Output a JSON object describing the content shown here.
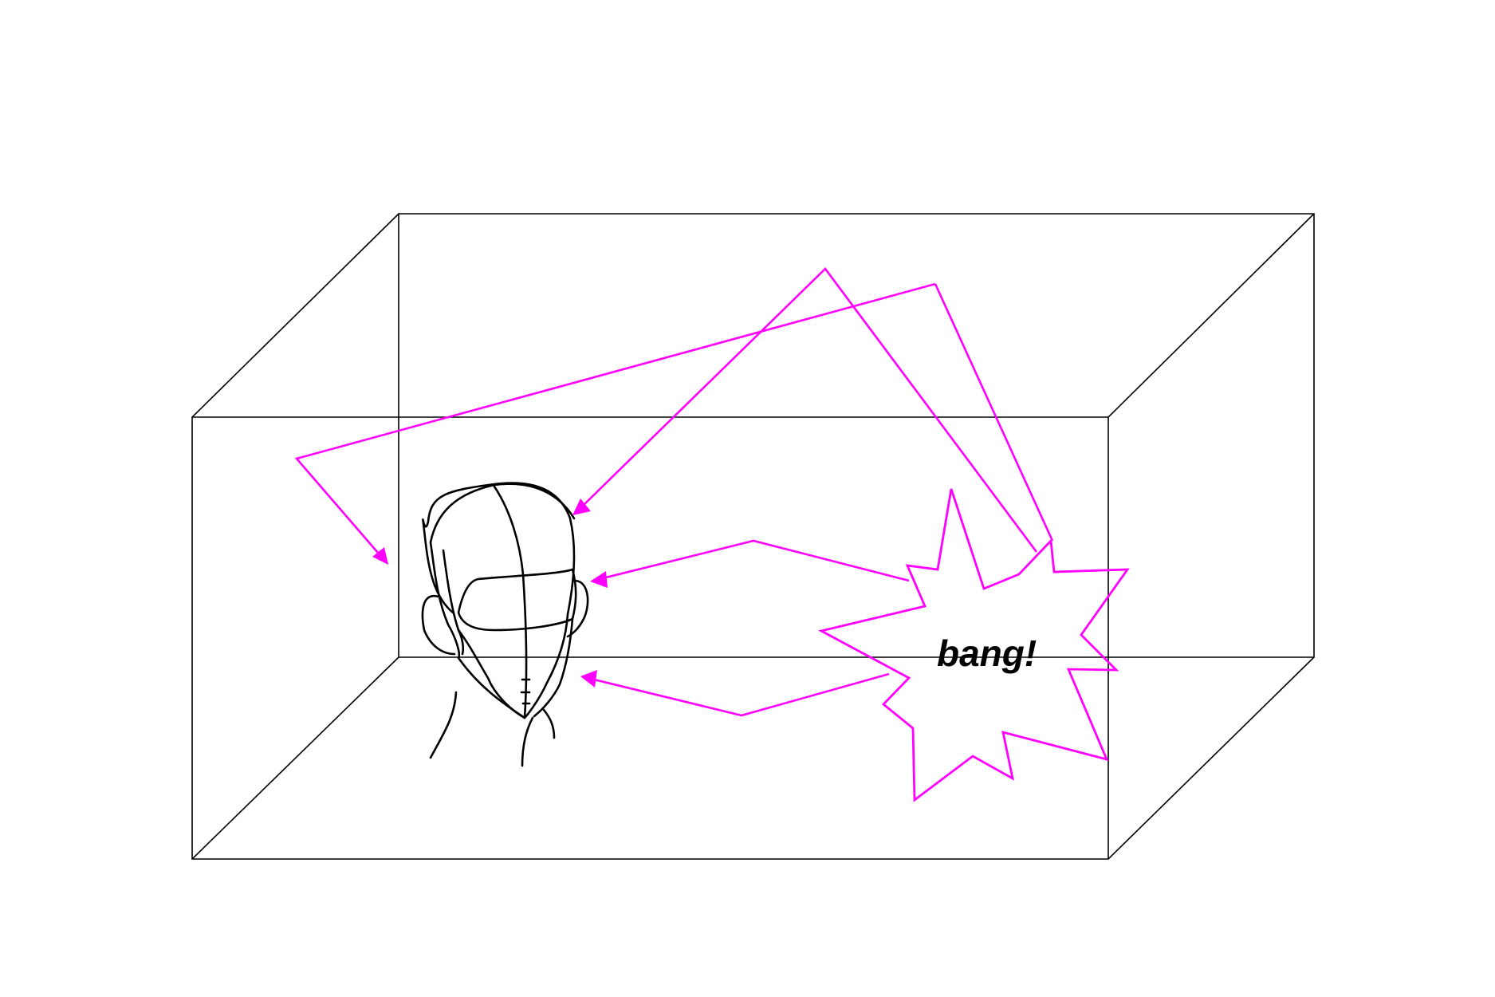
{
  "diagram": {
    "sound_label": "bang!",
    "colors": {
      "sound": "#ff00ff",
      "lines": "#000000",
      "background": "#ffffff"
    },
    "elements": {
      "room": "room-box",
      "listener": "head-icon",
      "source": "explosion-burst",
      "reflections": [
        "direct-sound-path",
        "reflection-path",
        "reflection-path",
        "reflection-path"
      ]
    }
  }
}
